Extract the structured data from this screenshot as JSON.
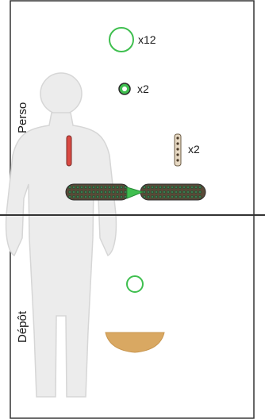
{
  "zones": {
    "top_label": "Perso",
    "bottom_label": "Dépôt"
  },
  "items": {
    "large_ring_count": "x12",
    "small_ring_count": "x2",
    "vertical_bar_count": "x2"
  },
  "colors": {
    "ring_green": "#3fbf4f",
    "silhouette": "#e8e8e8",
    "red_bar": "#d94a43",
    "bowl": "#d9a862",
    "board": "#5a4a38",
    "board_dots": "#3b7a4d",
    "divider": "#333333"
  }
}
